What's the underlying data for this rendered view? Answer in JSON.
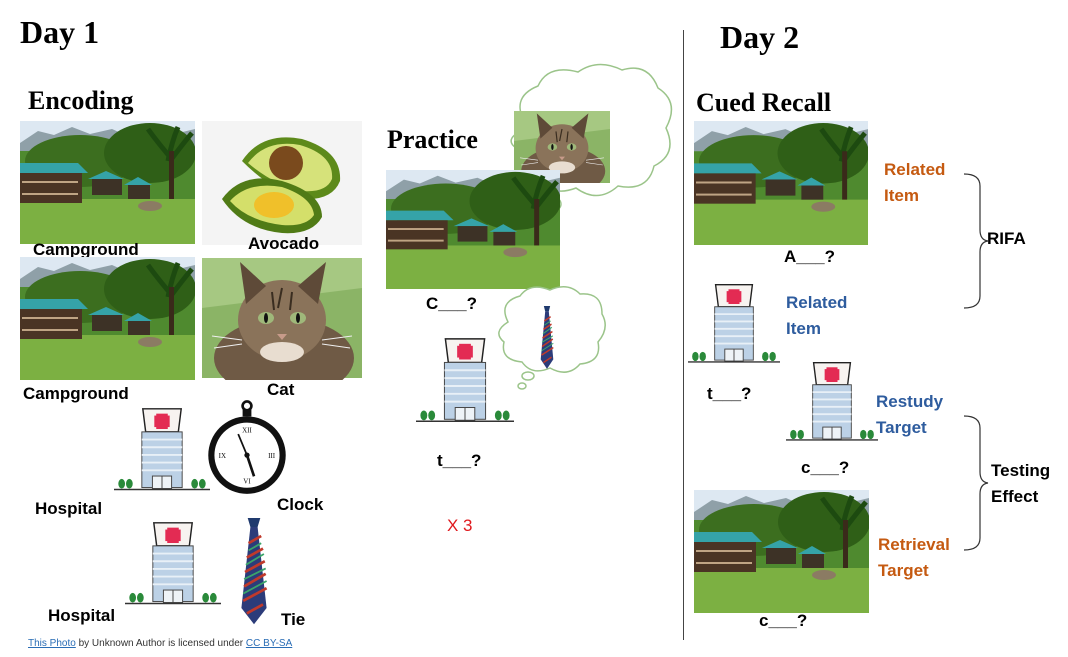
{
  "day1": {
    "title": "Day 1",
    "encoding": {
      "title": "Encoding",
      "labels": [
        "Campground",
        "Avocado",
        "Campground",
        "Cat",
        "Hospital",
        "Clock",
        "Hospital",
        "Tie"
      ]
    },
    "practice": {
      "title": "Practice",
      "cues": [
        "C___?",
        "t___?"
      ],
      "repeat": "X 3"
    }
  },
  "day2": {
    "title": "Day 2",
    "cued_recall": {
      "title": "Cued Recall",
      "cues": [
        "A___?",
        "t___?",
        "c___?",
        "c___?"
      ],
      "conditions": [
        {
          "line1": "Related",
          "line2": "Item",
          "color": "#c55a11"
        },
        {
          "line1": "Related",
          "line2": "Item",
          "color": "#2e5c9e"
        },
        {
          "line1": "Restudy",
          "line2": "Target",
          "color": "#2e5c9e"
        },
        {
          "line1": "Retrieval",
          "line2": "Target",
          "color": "#c55a11"
        }
      ],
      "groups": [
        {
          "label": "RIFA"
        },
        {
          "line1": "Testing",
          "line2": "Effect"
        }
      ]
    }
  },
  "footer": {
    "link1": "This Photo",
    "text1": " by Unknown Author is licensed under ",
    "link2": "CC BY-SA"
  },
  "colors": {
    "orange_condition": "#c55a11",
    "blue_condition": "#2e5c9e",
    "repeat_red": "#e0191d"
  }
}
